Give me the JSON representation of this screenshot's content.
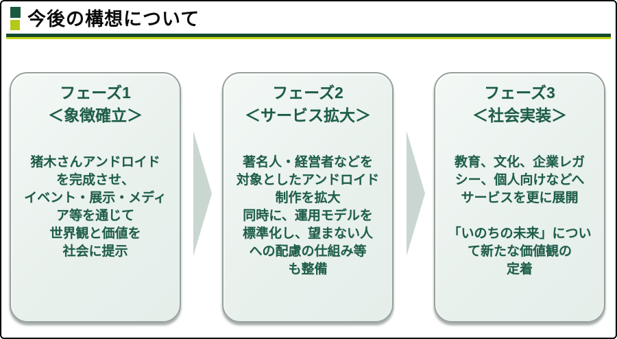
{
  "header": {
    "title": "今後の構想について"
  },
  "phases": [
    {
      "heading": "フェーズ1\n＜象徴確立＞",
      "body": "猪木さんアンドロイド\nを完成させ、\nイベント・展示・メディ\nア等を通じて\n世界観と価値を\n社会に提示"
    },
    {
      "heading": "フェーズ2\n＜サービス拡大＞",
      "body": "著名人・経営者などを\n対象としたアンドロイド\n制作を拡大\n同時に、運用モデルを\n標準化し、望まない人\nへの配慮の仕組み等\nも整備"
    },
    {
      "heading": "フェーズ3\n＜社会実装＞",
      "body": "教育、文化、企業レガ\nシー、個人向けなどへ\nサービスを更に展開\n\n「いのちの未来」につい\nて新たな価値観の\n定着"
    }
  ],
  "colors": {
    "accent_dark_green": "#1c5a40",
    "accent_yellow_green": "#b5c91b",
    "divider_dark_green": "#164a2f",
    "divider_yellow_green": "#c2d60e",
    "box_fill": "#e9f1ed",
    "box_border": "#96a19b",
    "box_text_green": "#1d5d49",
    "arrow_fill": "#c9d7d0",
    "title_text": "#0a0a0a"
  }
}
